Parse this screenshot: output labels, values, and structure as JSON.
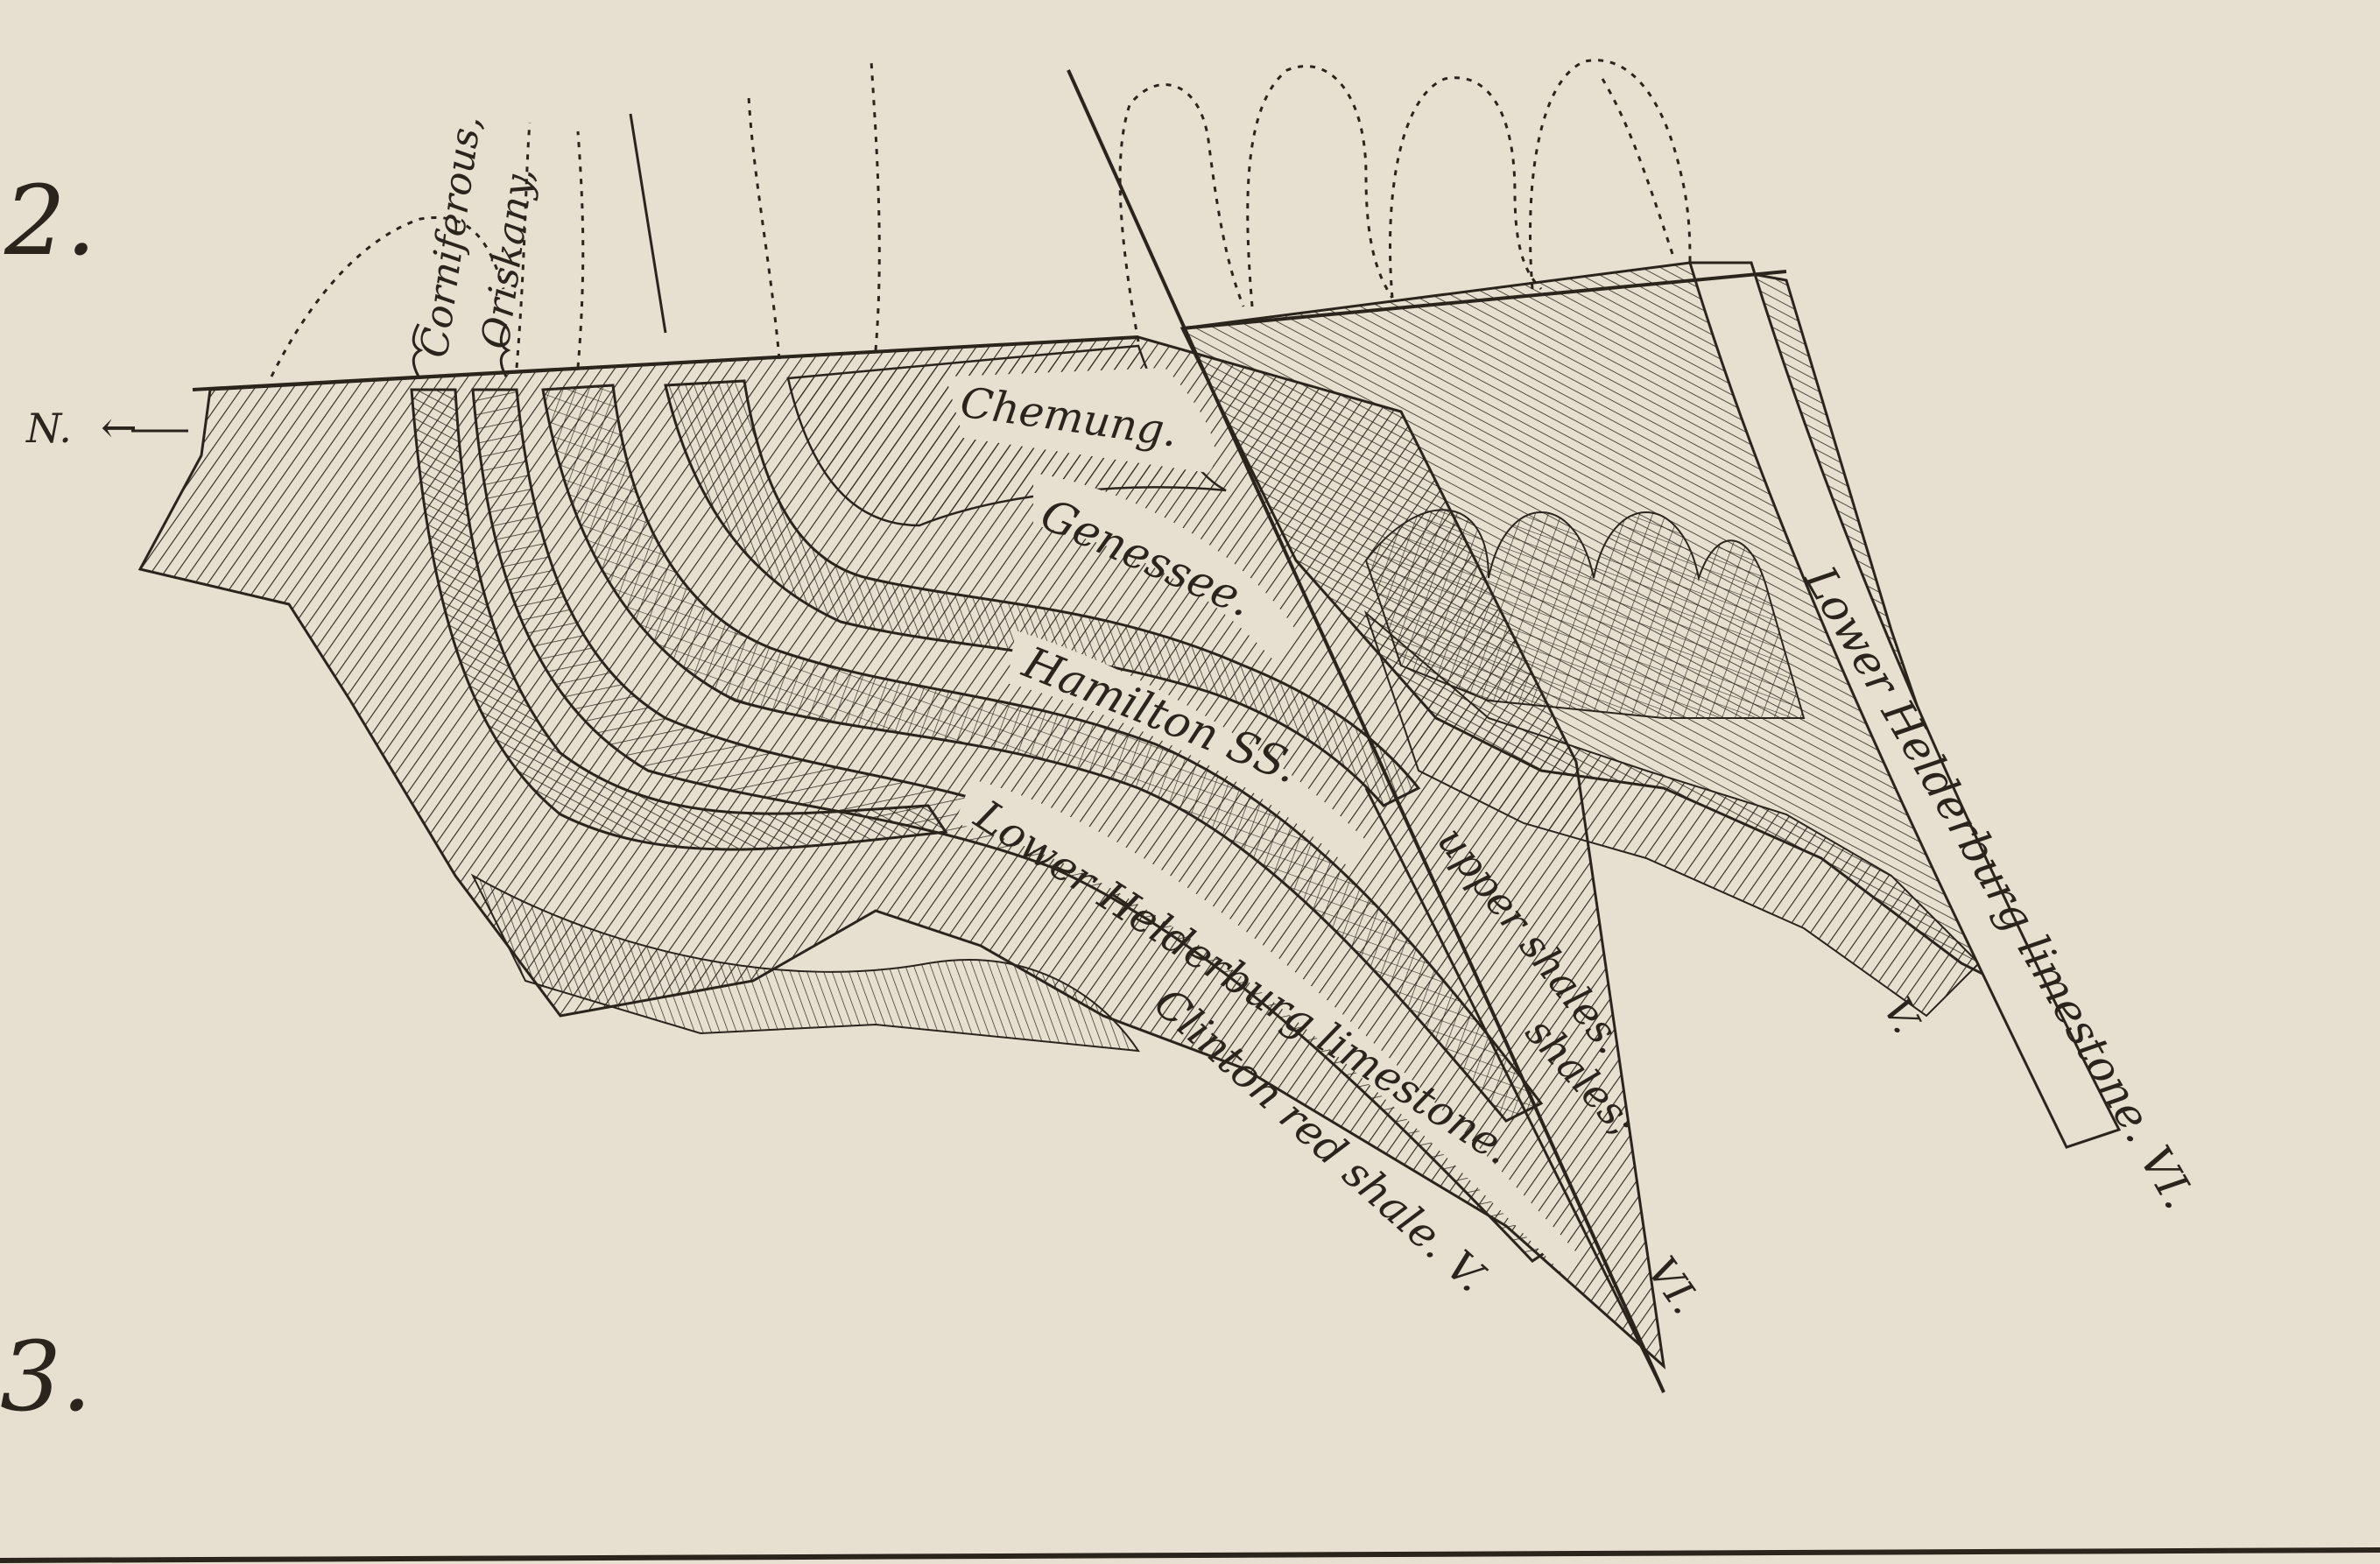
{
  "figure_numbers": {
    "top": "2.",
    "bottom": "3."
  },
  "direction_label": "N.",
  "direction_arrow": "←",
  "labels": {
    "corniferous": "Corniferous,",
    "oriskany": "Oriskany,",
    "chemung": "Chemung.",
    "genessee": "Genessee.",
    "hamilton": "Hamilton SS.",
    "lower_helderberg_center": "Lower Helderburg limestone.",
    "clinton": "Clinton red shale. V.",
    "upper_shales": "upper shales.",
    "lower_shales": "shales;",
    "vi_center": "VI.",
    "v_right": "V.",
    "lower_helderberg_right": "Lower Helderburg limestone. VI."
  },
  "colors": {
    "paper": "#e7e0d0",
    "ink": "#2a241c"
  }
}
